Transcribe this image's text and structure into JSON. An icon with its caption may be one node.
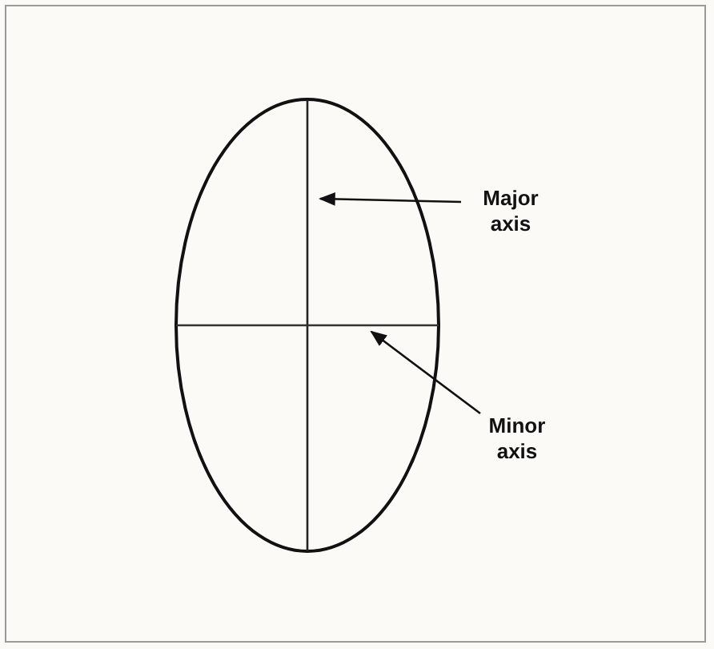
{
  "diagram": {
    "nodes": [
      {
        "text": [
          "Major axis"
        ]
      },
      {
        "text": [
          "Minor axis"
        ]
      }
    ],
    "edges": [
      {
        "from": 0,
        "to": null,
        "arrow": "to"
      },
      {
        "from": 1,
        "to": null,
        "arrow": "to"
      }
    ]
  }
}
